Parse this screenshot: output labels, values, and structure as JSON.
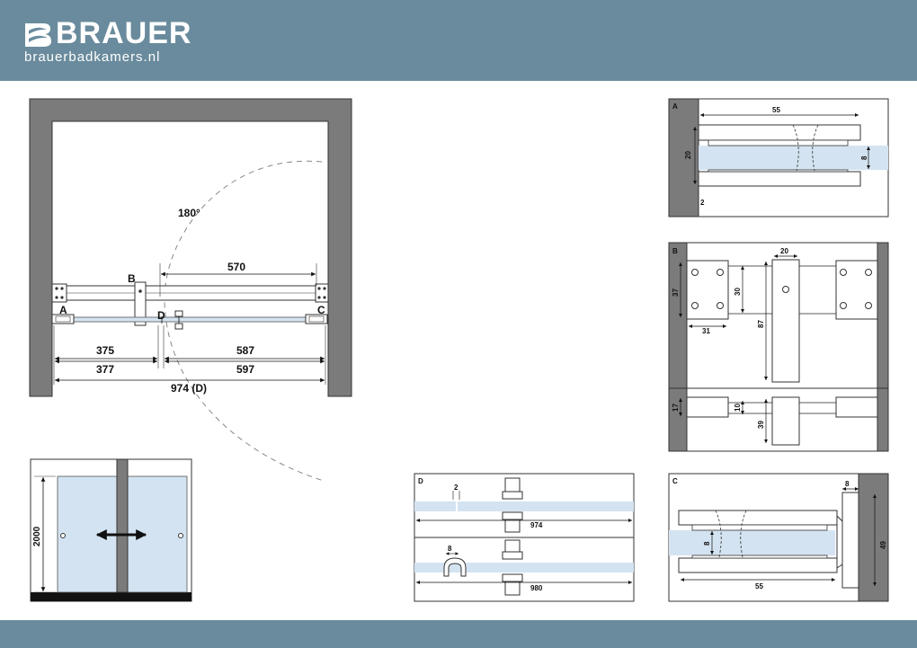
{
  "brand": {
    "name": "BRAUER",
    "website": "brauerbadkamers.nl",
    "colors": {
      "header": "#6a8b9d",
      "wall": "#7b7b7b",
      "glass": "#d3e3f1"
    }
  },
  "plan": {
    "angle_label": "180°",
    "labels": {
      "a": "A",
      "b": "B",
      "c": "C",
      "d": "D"
    },
    "dims": {
      "top_span": "570",
      "left_inner": "375",
      "right_inner": "587",
      "left_outer": "377",
      "right_outer": "597",
      "total": "974 (D)"
    }
  },
  "elevation": {
    "height": "2000"
  },
  "detail_a": {
    "label": "A",
    "width": "55",
    "height": "20",
    "glass": "8",
    "gap": "2"
  },
  "detail_b": {
    "label": "B",
    "plate_height": "37",
    "hole_spacing": "30",
    "plate_width": "31",
    "roller_width": "20",
    "roller_height": "87",
    "side_height": "17",
    "side_inner": "10",
    "side_roller": "39"
  },
  "detail_c": {
    "label": "C",
    "offset": "8",
    "glass": "8",
    "width": "55",
    "height": "49"
  },
  "detail_d": {
    "label": "D",
    "gap": "2",
    "width_top": "974",
    "seal": "8",
    "width_bottom": "980"
  }
}
